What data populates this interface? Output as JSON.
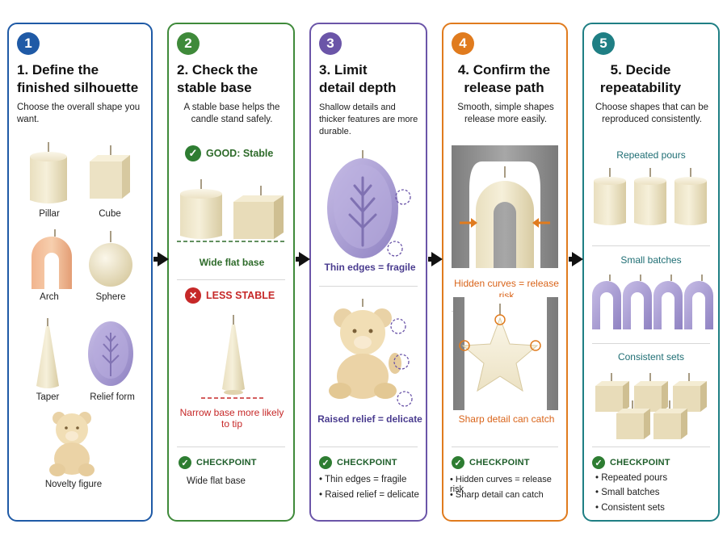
{
  "arrow_color": "#111111",
  "panels": [
    {
      "number": "1",
      "title": "1. Define the\nfinished silhouette",
      "subtitle": "Choose the overall shape you want.",
      "color": "#1f5aa6",
      "shapes": [
        "Pillar",
        "Cube",
        "Arch",
        "Sphere",
        "Taper",
        "Relief form",
        "Novelty figure"
      ]
    },
    {
      "number": "2",
      "title": "2. Check  the\nstable base",
      "subtitle": "A stable base helps the candle stand safely.",
      "color": "#3f8a3a",
      "good_label": "GOOD: Stable",
      "good_caption": "Wide flat base",
      "bad_label": "LESS STABLE",
      "bad_caption": "Narrow base more likely to tip",
      "checkpoint": "CHECKPOINT",
      "checkpoint_items": [
        "Wide flat base"
      ]
    },
    {
      "number": "3",
      "title": "3. Limit\ndetail depth",
      "subtitle": "Shallow details and thicker features are more durable.",
      "color": "#6b55a8",
      "caption_1": "Thin edges = fragile",
      "caption_2": "Raised relief = delicate",
      "checkpoint": "CHECKPOINT",
      "checkpoint_items": [
        "Thin edges = fragile",
        "Raised relief = delicate"
      ]
    },
    {
      "number": "4",
      "title": "4. Confirm the\nrelease path",
      "subtitle": "Smooth, simple shapes release more easily.",
      "color": "#e07b1e",
      "caption_1": "Hidden curves = release risk",
      "caption_2": "Sharp detail can catch",
      "checkpoint": "CHECKPOINT",
      "checkpoint_items": [
        "Hidden curves = release risk",
        "Sharp detail can catch"
      ]
    },
    {
      "number": "5",
      "title": "5. Decide\nrepeatability",
      "subtitle": "Choose shapes that can be reproduced consistently.",
      "color": "#1f7f84",
      "group_1": "Repeated pours",
      "group_2": "Small batches",
      "group_3": "Consistent sets",
      "checkpoint": "CHECKPOINT",
      "checkpoint_items": [
        "Repeated pours",
        "Small batches",
        "Consistent sets"
      ]
    }
  ]
}
